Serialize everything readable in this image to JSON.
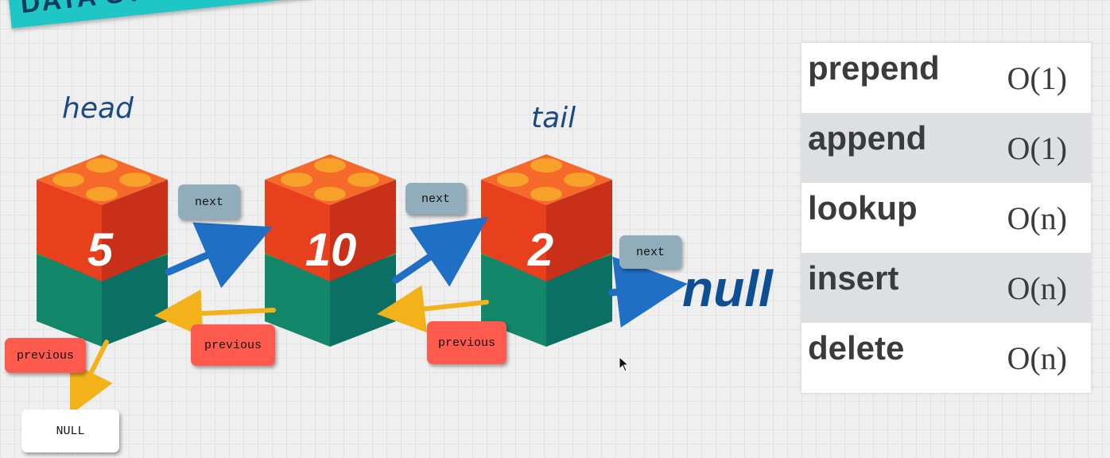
{
  "banner": {
    "text": "DATA STRUCTURES"
  },
  "labels": {
    "head": "head",
    "tail": "tail",
    "null": "null"
  },
  "nodes": [
    {
      "value": "5"
    },
    {
      "value": "10"
    },
    {
      "value": "2"
    }
  ],
  "pointer_tags": {
    "next": "next",
    "previous": "previous",
    "null_box": "NULL"
  },
  "complexity_table": [
    {
      "operation": "prepend",
      "complexity": "O(1)"
    },
    {
      "operation": "append",
      "complexity": "O(1)"
    },
    {
      "operation": "lookup",
      "complexity": "O(n)"
    },
    {
      "operation": "insert",
      "complexity": "O(n)"
    },
    {
      "operation": "delete",
      "complexity": "O(n)"
    }
  ],
  "colors": {
    "brick_top": "#e8401c",
    "brick_bottom": "#12876a",
    "next_tag": "#91adbc",
    "previous_tag": "#ff5a4e",
    "next_arrow": "#1f6fc4",
    "previous_arrow": "#f3b21a",
    "banner": "#1ec6c6"
  }
}
